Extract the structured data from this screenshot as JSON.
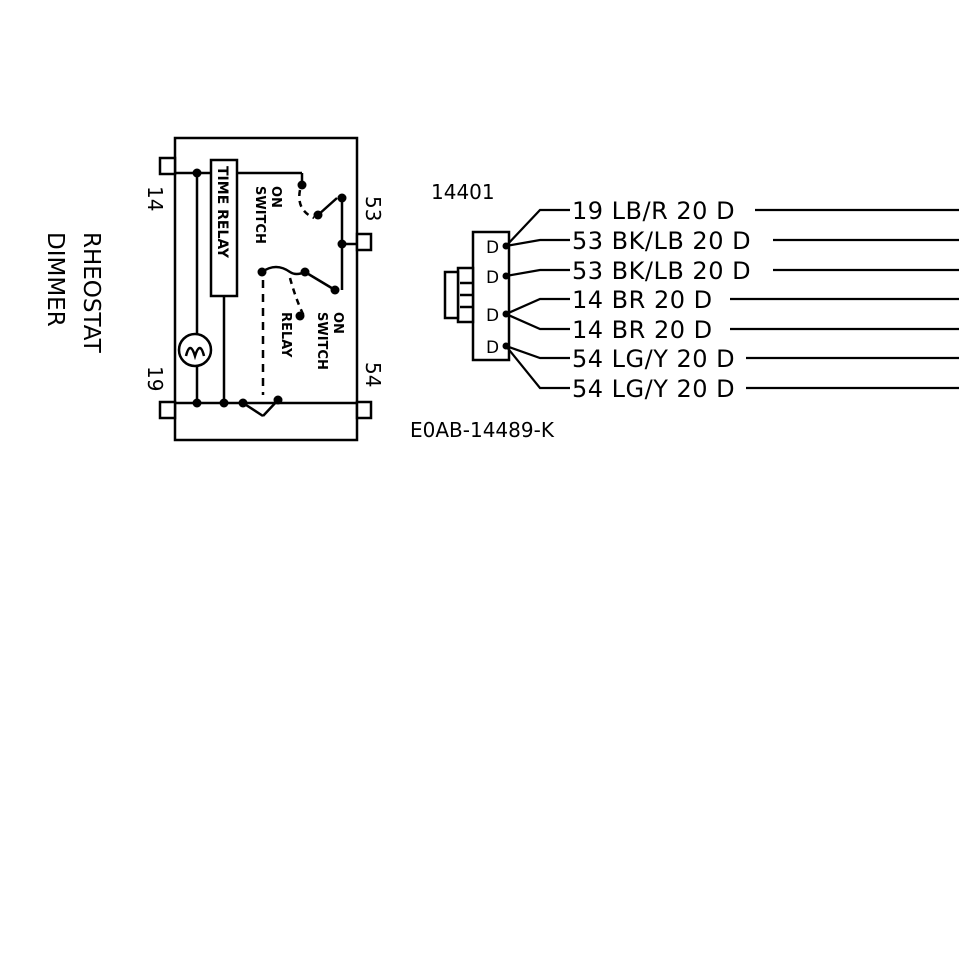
{
  "component": {
    "name_lines": [
      "RHEOSTAT",
      "DIMMER"
    ],
    "pins": {
      "top_left": "14",
      "bottom_left": "19",
      "top_right": "53",
      "bottom_right": "54"
    },
    "internal_labels": {
      "time_relay": "TIME RELAY",
      "switch_upper": [
        "ON",
        "SWITCH"
      ],
      "switch_lower": [
        "ON",
        "SWITCH"
      ],
      "relay": "RELAY"
    }
  },
  "connector": {
    "part_number": "14401",
    "harness_code": "E0AB-14489-K",
    "pin_marks": [
      "D",
      "D",
      "D",
      "D"
    ]
  },
  "wires": [
    {
      "circuit": "19",
      "color": "LB/R",
      "gauge": "20",
      "suffix": "D"
    },
    {
      "circuit": "53",
      "color": "BK/LB",
      "gauge": "20",
      "suffix": "D"
    },
    {
      "circuit": "53",
      "color": "BK/LB",
      "gauge": "20",
      "suffix": "D"
    },
    {
      "circuit": "14",
      "color": "BR",
      "gauge": "20",
      "suffix": "D"
    },
    {
      "circuit": "14",
      "color": "BR",
      "gauge": "20",
      "suffix": "D"
    },
    {
      "circuit": "54",
      "color": "LG/Y",
      "gauge": "20",
      "suffix": "D"
    },
    {
      "circuit": "54",
      "color": "LG/Y",
      "gauge": "20",
      "suffix": "D"
    }
  ]
}
